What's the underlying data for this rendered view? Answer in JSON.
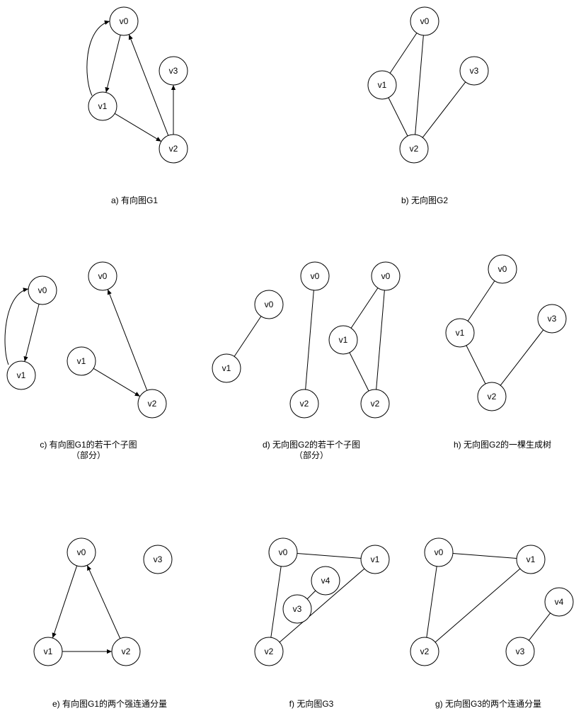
{
  "panels": [
    {
      "id": "a",
      "caption": [
        "a) 有向图G1"
      ],
      "directed": true,
      "nodes": [
        {
          "label": "v0"
        },
        {
          "label": "v1"
        },
        {
          "label": "v2"
        },
        {
          "label": "v3"
        }
      ],
      "edges": [
        [
          "v0",
          "v1"
        ],
        [
          "v1",
          "v0"
        ],
        [
          "v1",
          "v2"
        ],
        [
          "v2",
          "v0"
        ],
        [
          "v2",
          "v3"
        ]
      ]
    },
    {
      "id": "b",
      "caption": [
        "b) 无向图G2"
      ],
      "directed": false,
      "nodes": [
        {
          "label": "v0"
        },
        {
          "label": "v1"
        },
        {
          "label": "v2"
        },
        {
          "label": "v3"
        }
      ],
      "edges": [
        [
          "v0",
          "v1"
        ],
        [
          "v0",
          "v2"
        ],
        [
          "v1",
          "v2"
        ],
        [
          "v3",
          "v2"
        ]
      ]
    },
    {
      "id": "c",
      "caption": [
        "c) 有向图G1的若干个子图",
        "（部分）"
      ],
      "directed": true,
      "nodes": [
        {
          "label": "v0"
        },
        {
          "label": "v1"
        },
        {
          "label": "v0"
        },
        {
          "label": "v1"
        },
        {
          "label": "v2"
        }
      ],
      "edges": [
        [
          "v0",
          "v1"
        ],
        [
          "v1",
          "v0"
        ],
        [
          "v1",
          "v2"
        ],
        [
          "v2",
          "v0"
        ]
      ]
    },
    {
      "id": "d",
      "caption": [
        "d) 无向图G2的若干个子图",
        "（部分）"
      ],
      "directed": false,
      "nodes": [
        {
          "label": "v0"
        },
        {
          "label": "v1"
        },
        {
          "label": "v0"
        },
        {
          "label": "v2"
        },
        {
          "label": "v0"
        },
        {
          "label": "v1"
        },
        {
          "label": "v2"
        }
      ],
      "edges": [
        [
          "v0",
          "v1"
        ],
        [
          "v0",
          "v2"
        ],
        [
          "v0",
          "v1"
        ],
        [
          "v0",
          "v2"
        ],
        [
          "v1",
          "v2"
        ]
      ]
    },
    {
      "id": "h",
      "caption": [
        "h) 无向图G2的一棵生成树"
      ],
      "directed": false,
      "nodes": [
        {
          "label": "v0"
        },
        {
          "label": "v1"
        },
        {
          "label": "v2"
        },
        {
          "label": "v3"
        }
      ],
      "edges": [
        [
          "v0",
          "v1"
        ],
        [
          "v1",
          "v2"
        ],
        [
          "v3",
          "v2"
        ]
      ]
    },
    {
      "id": "e",
      "caption": [
        "e) 有向图G1的两个强连通分量"
      ],
      "directed": true,
      "nodes": [
        {
          "label": "v0"
        },
        {
          "label": "v1"
        },
        {
          "label": "v2"
        },
        {
          "label": "v3"
        }
      ],
      "edges": [
        [
          "v0",
          "v1"
        ],
        [
          "v1",
          "v2"
        ],
        [
          "v2",
          "v0"
        ]
      ]
    },
    {
      "id": "f",
      "caption": [
        "f) 无向图G3"
      ],
      "directed": false,
      "nodes": [
        {
          "label": "v0"
        },
        {
          "label": "v1"
        },
        {
          "label": "v2"
        },
        {
          "label": "v3"
        },
        {
          "label": "v4"
        }
      ],
      "edges": [
        [
          "v0",
          "v1"
        ],
        [
          "v0",
          "v2"
        ],
        [
          "v1",
          "v2"
        ],
        [
          "v3",
          "v4"
        ]
      ]
    },
    {
      "id": "g",
      "caption": [
        "g) 无向图G3的两个连通分量"
      ],
      "directed": false,
      "nodes": [
        {
          "label": "v0"
        },
        {
          "label": "v1"
        },
        {
          "label": "v2"
        },
        {
          "label": "v3"
        },
        {
          "label": "v4"
        }
      ],
      "edges": [
        [
          "v0",
          "v1"
        ],
        [
          "v0",
          "v2"
        ],
        [
          "v1",
          "v2"
        ],
        [
          "v3",
          "v4"
        ]
      ]
    }
  ]
}
